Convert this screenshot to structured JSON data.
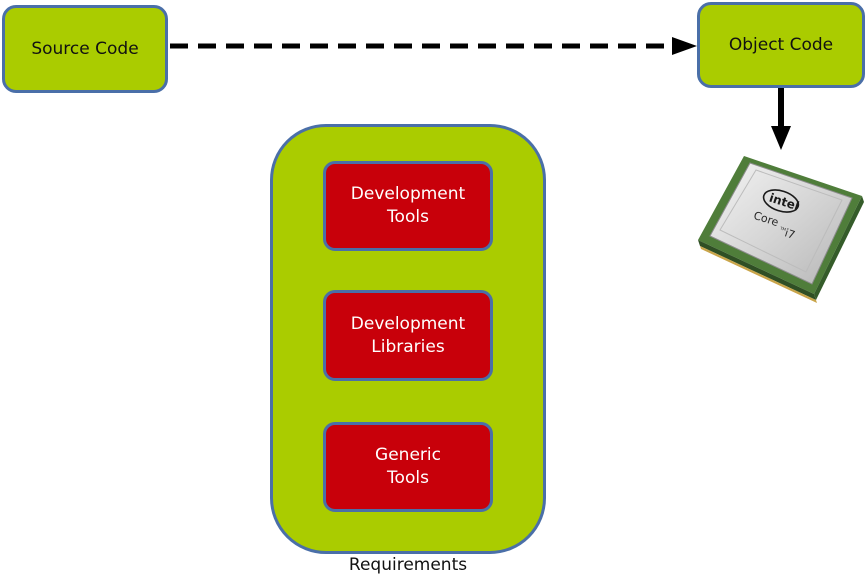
{
  "nodes": {
    "source_code": "Source Code",
    "object_code": "Object Code",
    "development_tools": [
      "Development",
      "Tools"
    ],
    "development_libraries": [
      "Development",
      "Libraries"
    ],
    "generic_tools": [
      "Generic",
      "Tools"
    ]
  },
  "group_label": "Requirements",
  "cpu": {
    "brand": "intel",
    "model_prefix": "Core",
    "model_tm": "TM",
    "model_suffix": "i7"
  },
  "colors": {
    "green_box": "#aacc00",
    "red_box": "#c8000a",
    "border": "#4a6fa8"
  }
}
